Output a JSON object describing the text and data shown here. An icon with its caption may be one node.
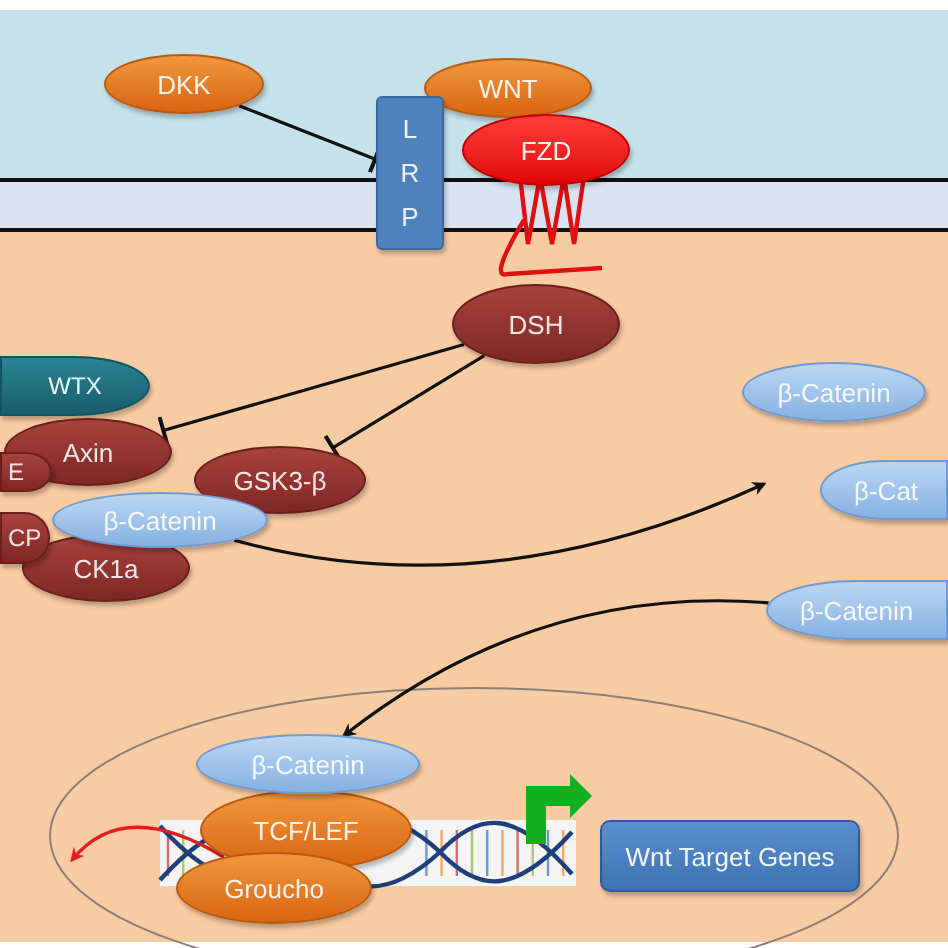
{
  "diagram": {
    "nodes": [
      {
        "text": [
          "DKK"
        ]
      },
      {
        "text": [
          "WNT"
        ]
      },
      {
        "text": [
          "L R P"
        ]
      },
      {
        "text": [
          "FZD"
        ]
      },
      {
        "text": [
          "DSH"
        ]
      },
      {
        "text": [
          "WTX"
        ]
      },
      {
        "text": [
          "Axin"
        ]
      },
      {
        "text": [
          "E"
        ]
      },
      {
        "text": [
          "CP"
        ]
      },
      {
        "text": [
          "β-Catenin"
        ]
      },
      {
        "text": [
          "CK1a"
        ]
      },
      {
        "text": [
          "GSK3-β"
        ]
      },
      {
        "text": [
          "β-Catenin"
        ]
      },
      {
        "text": [
          "β-Cat"
        ]
      },
      {
        "text": [
          "β-Catenin"
        ]
      },
      {
        "text": [
          "β-Catenin"
        ]
      },
      {
        "text": [
          "TCF/LEF"
        ]
      },
      {
        "text": [
          "Groucho"
        ]
      },
      {
        "text": [
          "Wnt Target Genes"
        ]
      }
    ],
    "edges": [
      {
        "from": 0,
        "to": 2,
        "arrow": "other"
      },
      {
        "from": 4,
        "to": 6,
        "arrow": "other"
      },
      {
        "from": 4,
        "to": 11,
        "arrow": "other"
      },
      {
        "from": 9,
        "to": null,
        "arrow": "to"
      },
      {
        "from": 14,
        "to": 15,
        "arrow": "to"
      },
      {
        "from": 17,
        "to": null,
        "arrow": "to",
        "color": "#e02020"
      }
    ]
  }
}
